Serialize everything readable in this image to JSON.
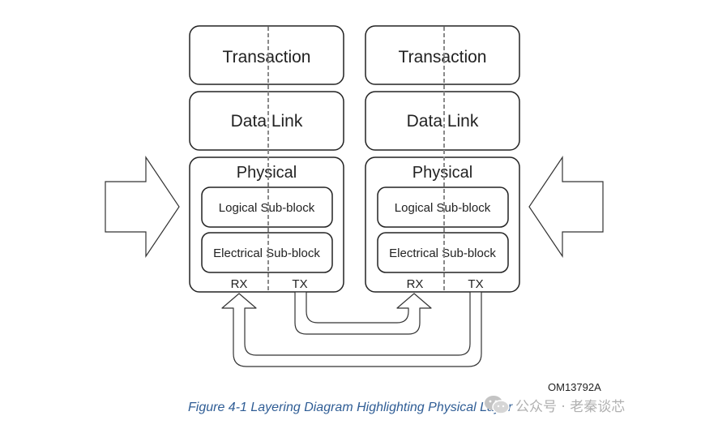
{
  "stacks": [
    {
      "transaction": "Transaction",
      "data_link": "Data Link",
      "physical": "Physical",
      "logical": "Logical Sub-block",
      "electrical": "Electrical Sub-block",
      "rx": "RX",
      "tx": "TX"
    },
    {
      "transaction": "Transaction",
      "data_link": "Data Link",
      "physical": "Physical",
      "logical": "Logical Sub-block",
      "electrical": "Electrical Sub-block",
      "rx": "RX",
      "tx": "TX"
    }
  ],
  "figure_id": "OM13792A",
  "caption": "Figure  4-1  Layering Diagram Highlighting Physical Layer",
  "watermark": {
    "text": "公众号 · 老秦谈芯",
    "icon": "wechat-icon"
  }
}
